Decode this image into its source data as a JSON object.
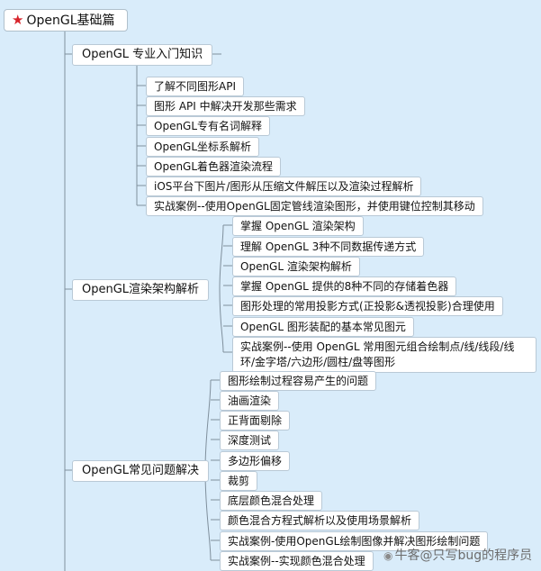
{
  "root": {
    "label": "OpenGL基础篇",
    "icon": "star-icon",
    "icon_color": "#d8242b"
  },
  "sections": [
    {
      "label": "OpenGL 专业入门知识",
      "items": [
        "了解不同图形API",
        "图形 API 中解决开发那些需求",
        "OpenGL专有名词解释",
        "OpenGL坐标系解析",
        "OpenGL着色器渲染流程",
        "iOS平台下图片/图形从压缩文件解压以及渲染过程解析",
        "实战案例--使用OpenGL固定管线渲染图形，并使用键位控制其移动"
      ]
    },
    {
      "label": "OpenGL渲染架构解析",
      "items": [
        "掌握 OpenGL 渲染架构",
        "理解 OpenGL 3种不同数据传递方式",
        "OpenGL 渲染架构解析",
        "掌握 OpenGL 提供的8种不同的存储着色器",
        "图形处理的常用投影方式(正投影&透视投影)合理使用",
        "OpenGL 图形装配的基本常见图元",
        "实战案例--使用 OpenGL 常用图元组合绘制点/线/线段/线环/金字塔/六边形/圆柱/盘等图形"
      ]
    },
    {
      "label": "OpenGL常见问题解决",
      "items": [
        "图形绘制过程容易产生的问题",
        "油画渲染",
        "正背面剔除",
        "深度测试",
        "多边形偏移",
        "裁剪",
        "底层颜色混合处理",
        "颜色混合方程式解析以及使用场景解析",
        "实战案例-使用OpenGL绘制图像并解决图形绘制问题",
        "实战案例--实现颜色混合处理"
      ]
    }
  ],
  "watermark": {
    "text": "牛客@只写bug的程序员",
    "icon": "eye-icon"
  },
  "colors": {
    "background": "#d9ecfa",
    "connector": "#7f8f9c",
    "node_border": "#b9c9d6"
  }
}
